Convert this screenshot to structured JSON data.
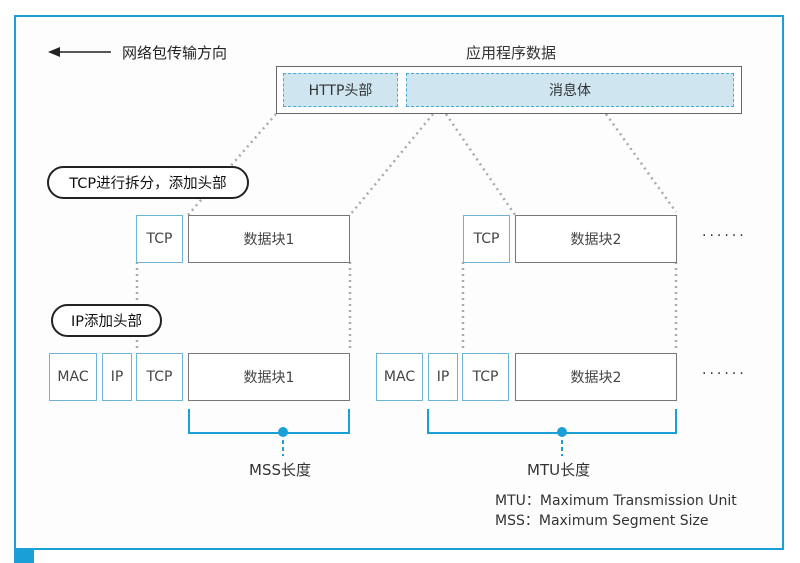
{
  "direction_label": "网络包传输方向",
  "app_data": {
    "title": "应用程序数据",
    "http_header": "HTTP头部",
    "message_body": "消息体"
  },
  "steps": {
    "tcp_split": "TCP进行拆分，添加头部",
    "ip_add": "IP添加头部"
  },
  "tcp_row": {
    "segments": [
      {
        "header": "TCP",
        "data": "数据块1"
      },
      {
        "header": "TCP",
        "data": "数据块2"
      }
    ],
    "ellipsis": "······"
  },
  "ip_row": {
    "packets": [
      {
        "mac": "MAC",
        "ip": "IP",
        "tcp": "TCP",
        "data": "数据块1"
      },
      {
        "mac": "MAC",
        "ip": "IP",
        "tcp": "TCP",
        "data": "数据块2"
      }
    ],
    "ellipsis": "······"
  },
  "measures": {
    "mss": "MSS长度",
    "mtu": "MTU长度"
  },
  "legend": [
    {
      "abbr": "MTU",
      "sep": "：",
      "full": "Maximum Transmission Unit"
    },
    {
      "abbr": "MSS",
      "sep": "：",
      "full": "Maximum Segment Size"
    }
  ],
  "colors": {
    "accent": "#1a9fd6",
    "header_fill": "#cfe6f1",
    "dotted_line": "#aaaaaa"
  }
}
